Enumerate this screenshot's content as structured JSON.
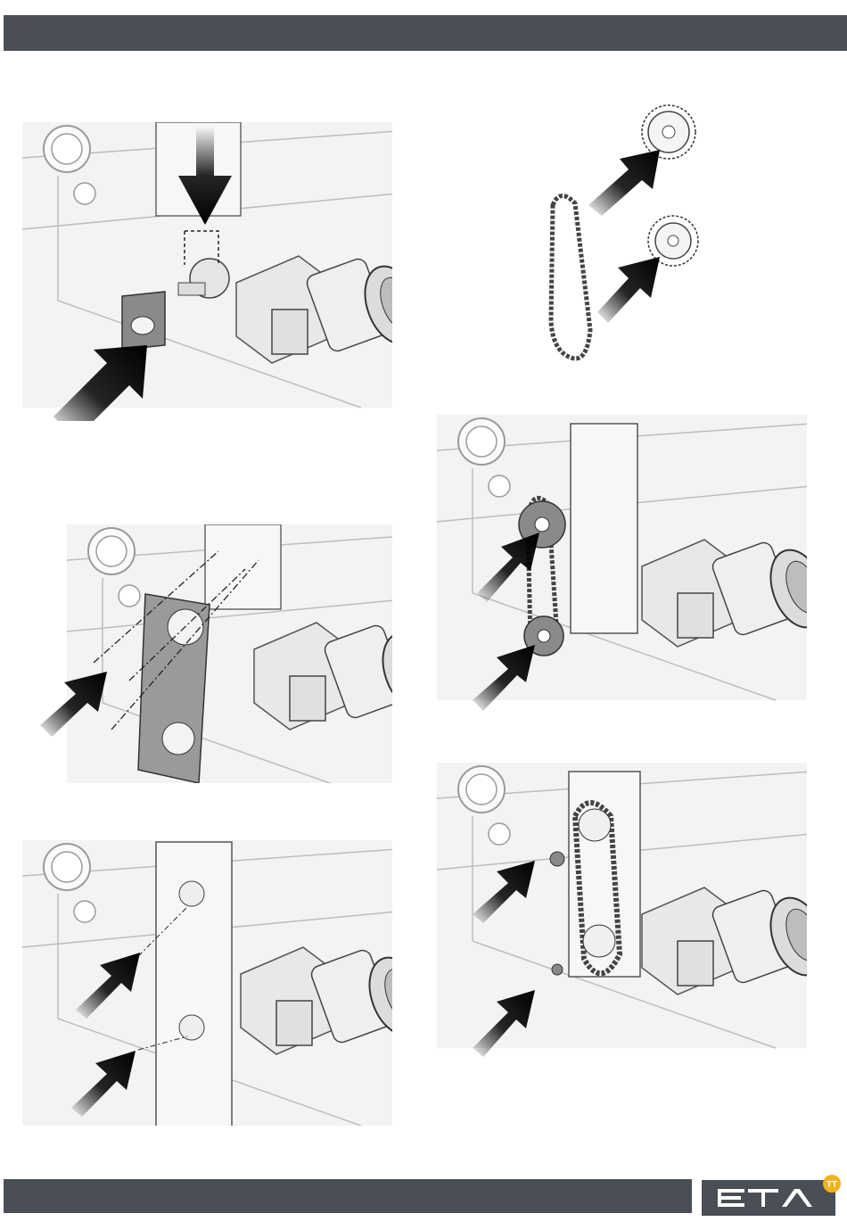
{
  "header": {
    "color": "#4a4f55"
  },
  "footer": {
    "color": "#4a4f55"
  },
  "brand": {
    "name": "ETA",
    "badge_text": "TT",
    "badge_color": "#f2b21b"
  },
  "figures": [
    {
      "id": "remove-bracket",
      "arrows": 2
    },
    {
      "id": "sprockets-chain",
      "arrows": 2
    },
    {
      "id": "mount-cover-plate",
      "arrows": 1
    },
    {
      "id": "fit-sprockets",
      "arrows": 2
    },
    {
      "id": "insert-keys",
      "arrows": 2
    },
    {
      "id": "fit-chain-washers",
      "arrows": 2
    }
  ],
  "icons": [
    "arrow-icon",
    "eta-logo-icon"
  ]
}
